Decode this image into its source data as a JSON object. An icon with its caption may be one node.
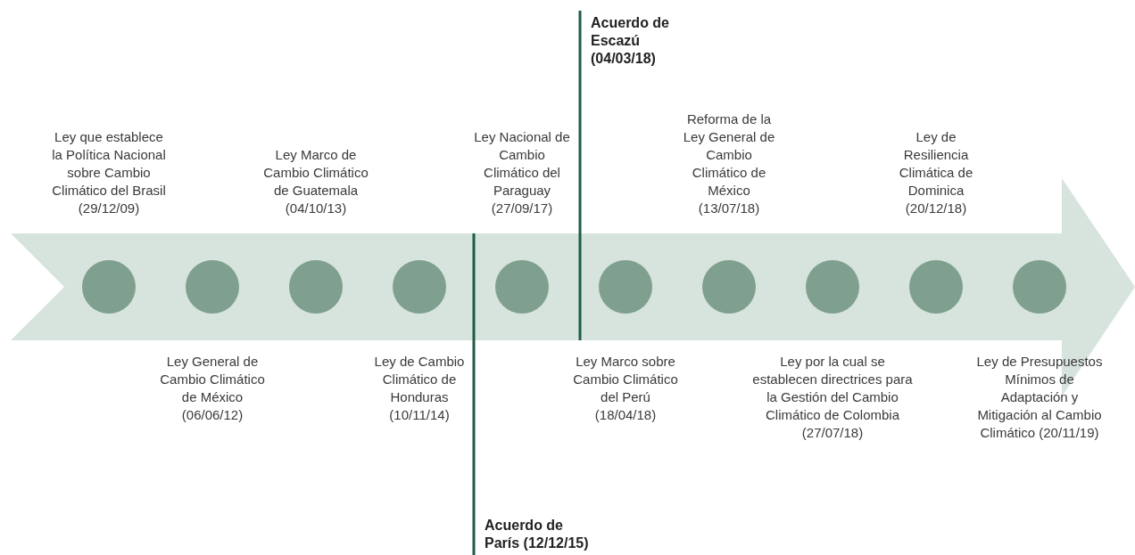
{
  "diagram": {
    "nodes": [
      {
        "text": [],
        "shape": "circle",
        "beside": [
          "Ley que establece la Política Nacional sobre Cambio Climático del Brasil (29/12/09)"
        ]
      },
      {
        "text": [],
        "shape": "circle",
        "beside": [
          "Ley General de Cambio Climático de México (06/06/12)"
        ]
      },
      {
        "text": [],
        "shape": "circle",
        "beside": [
          "Ley Marco de Cambio Climático de Guatemala (04/10/13)"
        ]
      },
      {
        "text": [],
        "shape": "circle",
        "beside": [
          "Ley de Cambio Climático de Honduras (10/11/14)"
        ]
      },
      {
        "text": [],
        "shape": "circle",
        "beside": [
          "Ley Nacional de Cambio Climático del Paraguay (27/09/17)"
        ]
      },
      {
        "text": [],
        "shape": "circle",
        "beside": [
          "Ley Marco sobre Cambio Climático del Perú (18/04/18)"
        ]
      },
      {
        "text": [],
        "shape": "circle",
        "beside": [
          "Reforma de la Ley General de Cambio Climático de México (13/07/18)"
        ]
      },
      {
        "text": [],
        "shape": "circle",
        "beside": [
          "Ley por la cual se establecen directrices para la Gestión del Cambio Climático de Colombia (27/07/18)"
        ]
      },
      {
        "text": [],
        "shape": "circle",
        "beside": [
          "Ley de Resiliencia Climática de Dominica (20/12/18)"
        ]
      },
      {
        "text": [],
        "shape": "circle",
        "beside": [
          "Ley de Presupuestos Mínimos de Adaptación y Mitigación al Cambio Climático (20/11/19)"
        ]
      }
    ],
    "edges": [],
    "labels": [
      "Acuerdo de Escazú (04/03/18)",
      "Acuerdo de París (12/12/15)"
    ]
  }
}
